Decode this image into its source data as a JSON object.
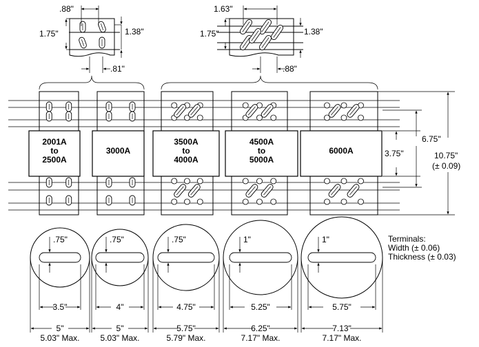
{
  "fuses": [
    {
      "rating_lines": [
        "2001A",
        "to",
        "2500A"
      ],
      "circle_slot_offset": ".75\"",
      "slot_length": "3.5\"",
      "width": "5\"",
      "max_width": "5.03\" Max."
    },
    {
      "rating_lines": [
        "3000A"
      ],
      "circle_slot_offset": ".75\"",
      "slot_length": "4\"",
      "width": "5\"",
      "max_width": "5.03\" Max."
    },
    {
      "rating_lines": [
        "3500A",
        "to",
        "4000A"
      ],
      "circle_slot_offset": ".75\"",
      "slot_length": "4.75\"",
      "width": "5.75\"",
      "max_width": "5.79\" Max."
    },
    {
      "rating_lines": [
        "4500A",
        "to",
        "5000A"
      ],
      "circle_slot_offset": "1\"",
      "slot_length": "5.25\"",
      "width": "6.25\"",
      "max_width": "7.17\" Max."
    },
    {
      "rating_lines": [
        "6000A"
      ],
      "circle_slot_offset": "1\"",
      "slot_length": "5.75\"",
      "width": "7.13\"",
      "max_width": "7.17\" Max."
    }
  ],
  "detail_small": {
    "hole_spacing": ".88\"",
    "left_height": "1.75\"",
    "right_height": "1.38\"",
    "bottom_offset": ".81\""
  },
  "detail_large": {
    "hole_spacing": "1.63\"",
    "left_height": "1.75\"",
    "right_height": "1.38\"",
    "bottom_offset": ".88\""
  },
  "overall": {
    "body_height": "3.75\"",
    "terminal_span": "6.75\"",
    "total_length": "10.75\"",
    "total_tolerance": "(± 0.09)"
  },
  "terminals_note": [
    "Terminals:",
    "Width (± 0.06)",
    "Thickness (± 0.03)"
  ]
}
